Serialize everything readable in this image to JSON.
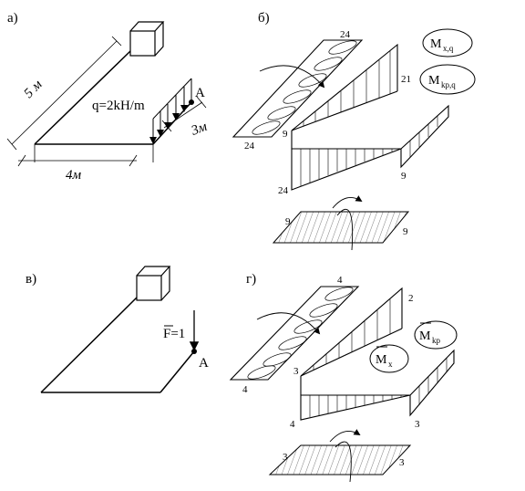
{
  "panels": {
    "a": {
      "label": "а)",
      "load": "q=2kH/m",
      "dim_length": "5 м",
      "dim_width": "4м",
      "dim_load": "3м",
      "point": "A"
    },
    "b": {
      "label": "б)",
      "moment_bending": "M",
      "moment_bending_sub": "x,q",
      "moment_torsion": "M",
      "moment_torsion_sub": "kp,q",
      "values": {
        "v24_top": "24",
        "v24_left": "24",
        "v9_left": "9",
        "v21": "21",
        "v24_bottom": "24",
        "v9_right": "9",
        "v9_base_left": "9",
        "v9_base_right": "9"
      }
    },
    "c": {
      "label": "в)",
      "force": "F=1",
      "point": "A"
    },
    "d": {
      "label": "г)",
      "moment_torsion": "M",
      "moment_torsion_sub": "kp",
      "moment_bending": "M",
      "moment_bending_sub": "x",
      "values": {
        "v4_top": "4",
        "v4_left": "4",
        "v2": "2",
        "v3_mid": "3",
        "v4_bottom": "4",
        "v3_right": "3",
        "v3_base_left": "3",
        "v3_base_right": "3"
      }
    }
  }
}
